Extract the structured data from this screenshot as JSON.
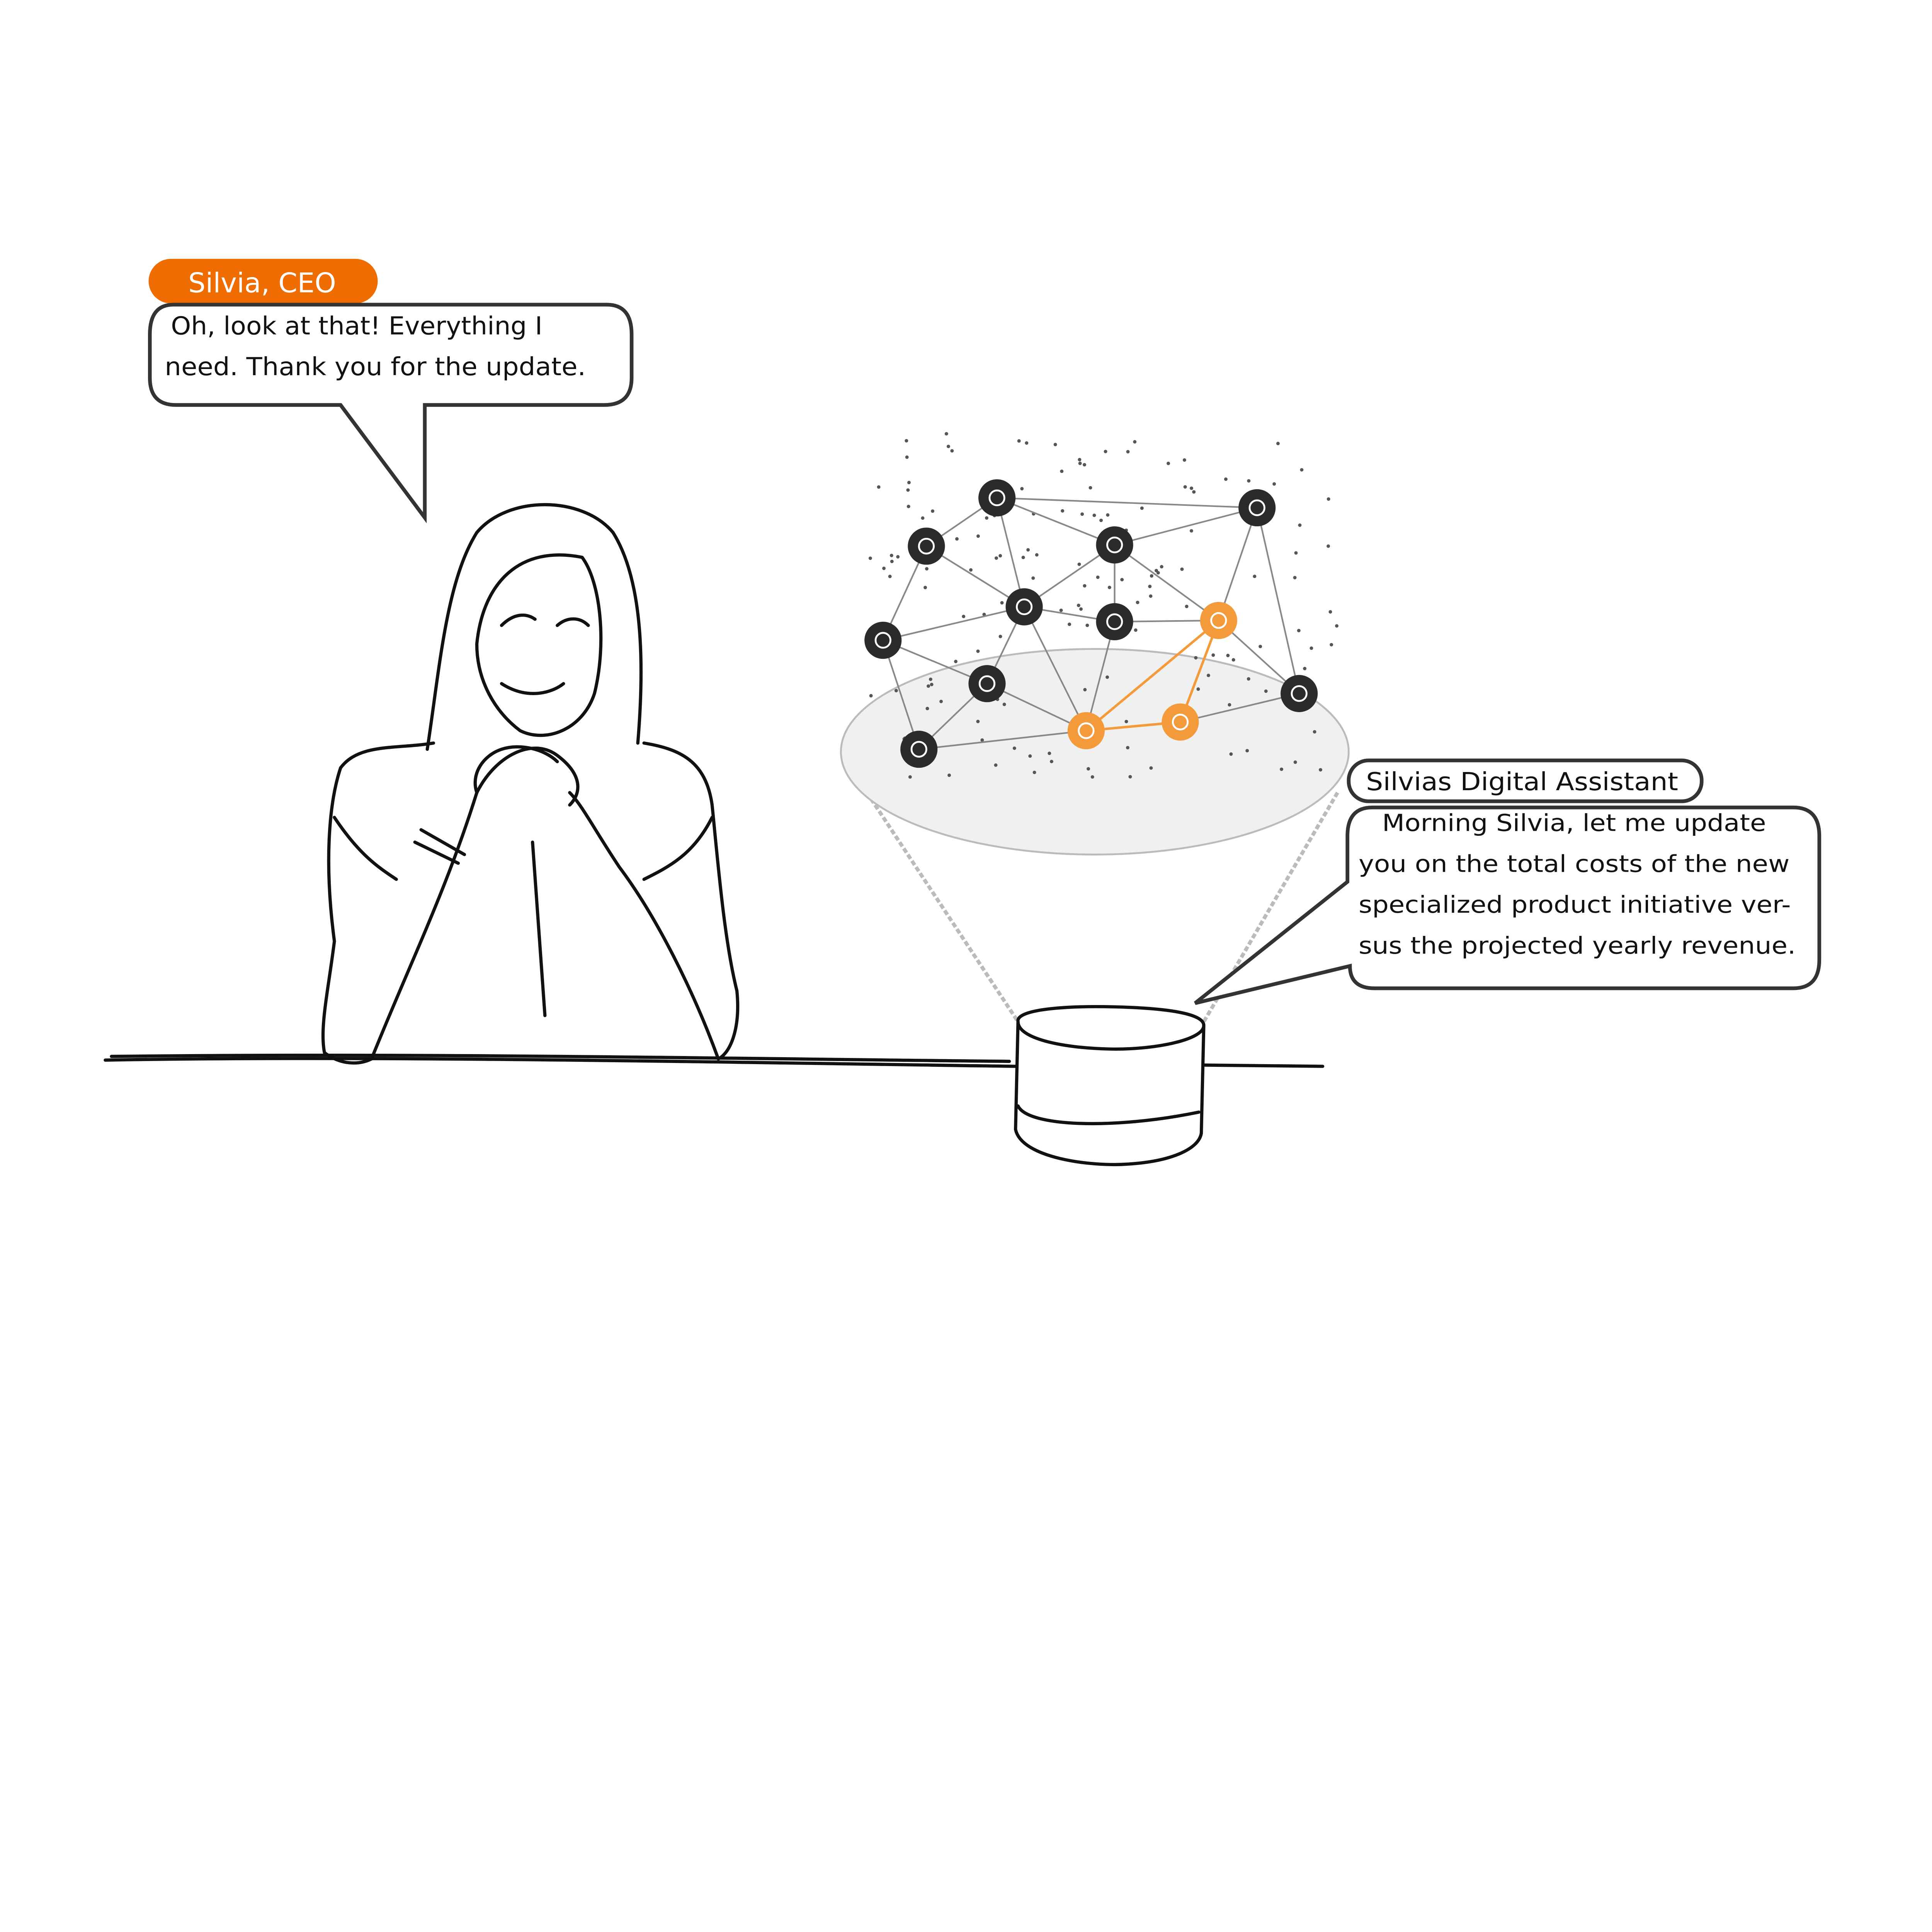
{
  "ceo": {
    "name_tag": "Silvia, CEO",
    "speech_lines": [
      "Oh, look at that! Everything I",
      "need. Thank you for the update."
    ]
  },
  "assistant": {
    "name_tag": "Silvias Digital Assistant",
    "speech_lines": [
      "Morning Silvia, let me update",
      "you on the total costs of the new",
      "specialized product initiative ver-",
      "sus the projected yearly revenue."
    ]
  },
  "colors": {
    "accent": "#ee6c00",
    "node_dark": "#2b2b2b",
    "node_highlight": "#f39a3a",
    "hologram": "#f0f0f0"
  }
}
